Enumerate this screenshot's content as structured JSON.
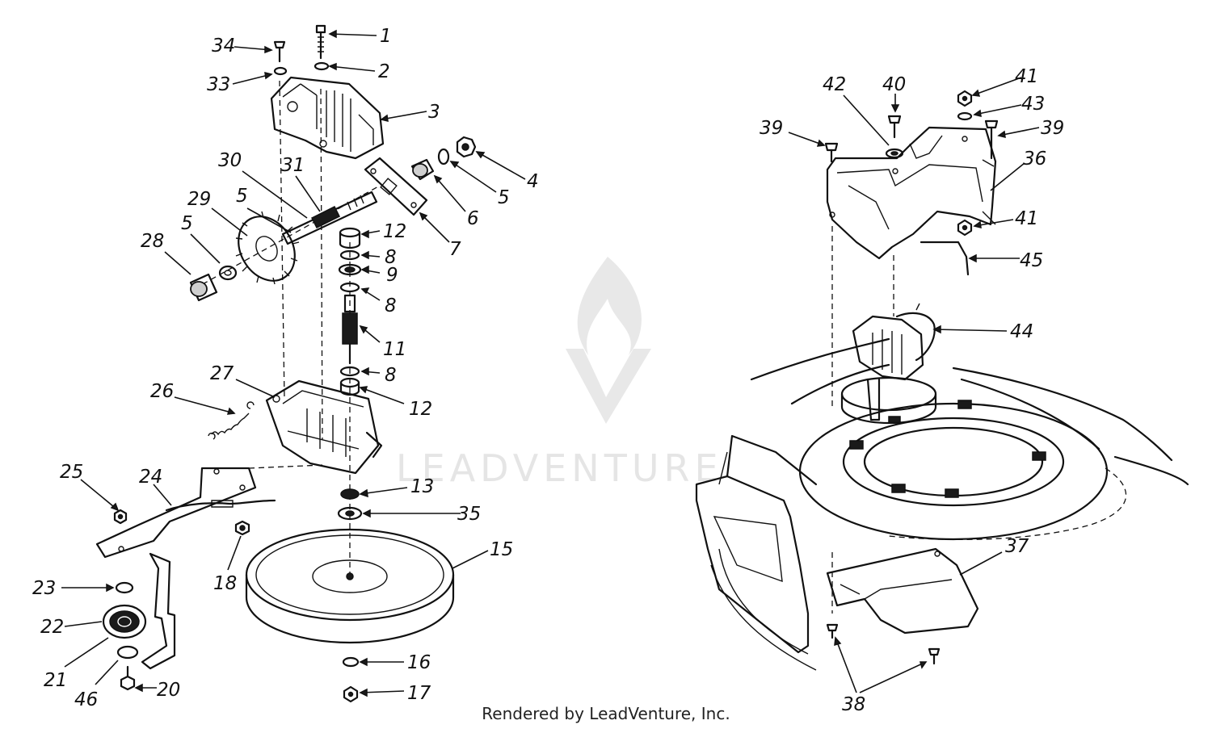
{
  "diagram": {
    "callouts": [
      {
        "id": "c1",
        "label": "1"
      },
      {
        "id": "c2",
        "label": "2"
      },
      {
        "id": "c3",
        "label": "3"
      },
      {
        "id": "c4",
        "label": "4"
      },
      {
        "id": "c5a",
        "label": "5"
      },
      {
        "id": "c6",
        "label": "6"
      },
      {
        "id": "c7",
        "label": "7"
      },
      {
        "id": "c34",
        "label": "34"
      },
      {
        "id": "c33",
        "label": "33"
      },
      {
        "id": "c30",
        "label": "30"
      },
      {
        "id": "c31",
        "label": "31"
      },
      {
        "id": "c29",
        "label": "29"
      },
      {
        "id": "c5b",
        "label": "5"
      },
      {
        "id": "c5c",
        "label": "5"
      },
      {
        "id": "c28",
        "label": "28"
      },
      {
        "id": "c12a",
        "label": "12"
      },
      {
        "id": "c8a",
        "label": "8"
      },
      {
        "id": "c9",
        "label": "9"
      },
      {
        "id": "c8b",
        "label": "8"
      },
      {
        "id": "c11",
        "label": "11"
      },
      {
        "id": "c8c",
        "label": "8"
      },
      {
        "id": "c12b",
        "label": "12"
      },
      {
        "id": "c27",
        "label": "27"
      },
      {
        "id": "c26",
        "label": "26"
      },
      {
        "id": "c25",
        "label": "25"
      },
      {
        "id": "c24",
        "label": "24"
      },
      {
        "id": "c13",
        "label": "13"
      },
      {
        "id": "c35",
        "label": "35"
      },
      {
        "id": "c15",
        "label": "15"
      },
      {
        "id": "c18",
        "label": "18"
      },
      {
        "id": "c23",
        "label": "23"
      },
      {
        "id": "c22",
        "label": "22"
      },
      {
        "id": "c21",
        "label": "21"
      },
      {
        "id": "c46",
        "label": "46"
      },
      {
        "id": "c20",
        "label": "20"
      },
      {
        "id": "c16",
        "label": "16"
      },
      {
        "id": "c17",
        "label": "17"
      },
      {
        "id": "c42",
        "label": "42"
      },
      {
        "id": "c40",
        "label": "40"
      },
      {
        "id": "c41a",
        "label": "41"
      },
      {
        "id": "c43",
        "label": "43"
      },
      {
        "id": "c39a",
        "label": "39"
      },
      {
        "id": "c39b",
        "label": "39"
      },
      {
        "id": "c36",
        "label": "36"
      },
      {
        "id": "c41b",
        "label": "41"
      },
      {
        "id": "c45",
        "label": "45"
      },
      {
        "id": "c44",
        "label": "44"
      },
      {
        "id": "c37",
        "label": "37"
      },
      {
        "id": "c38",
        "label": "38"
      }
    ]
  },
  "watermark": {
    "text": "LEADVENTURE"
  },
  "footer": {
    "credit": "Rendered by LeadVenture, Inc."
  },
  "colors": {
    "ink": "#111111",
    "watermark": "#e3e3e3",
    "background": "#ffffff"
  }
}
